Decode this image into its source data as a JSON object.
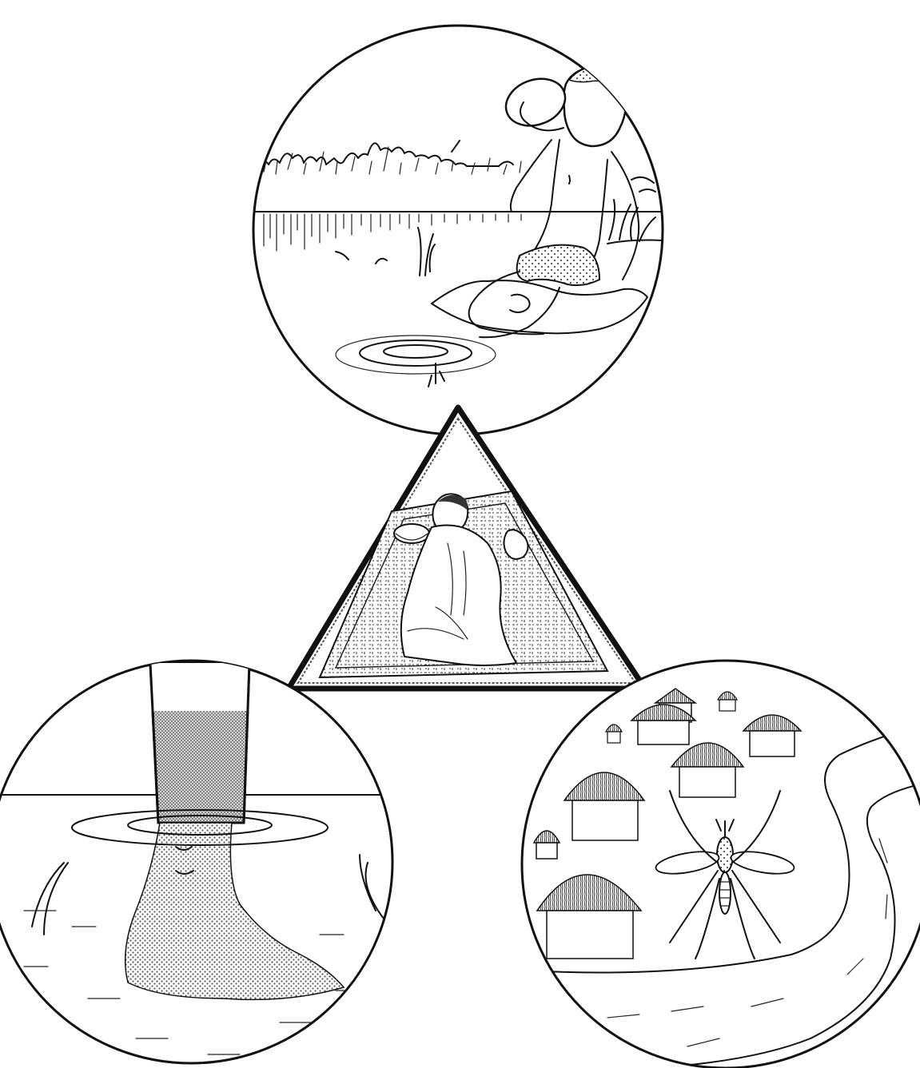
{
  "figure": {
    "panels": [
      {
        "id": "drinking-water-scene",
        "shape": "circle",
        "subject": "boy-drinking-river-water"
      },
      {
        "id": "sick-person-scene",
        "shape": "triangle",
        "subject": "sick-person-on-mat"
      },
      {
        "id": "contaminated-foot-scene",
        "shape": "circle",
        "subject": "leg-in-water"
      },
      {
        "id": "village-mosquito-scene",
        "shape": "circle",
        "subject": "mosquito-near-huts-and-river"
      }
    ],
    "colors": {
      "ink": "#111111",
      "background": "#ffffff",
      "stipple": "#bdbdbd"
    }
  }
}
